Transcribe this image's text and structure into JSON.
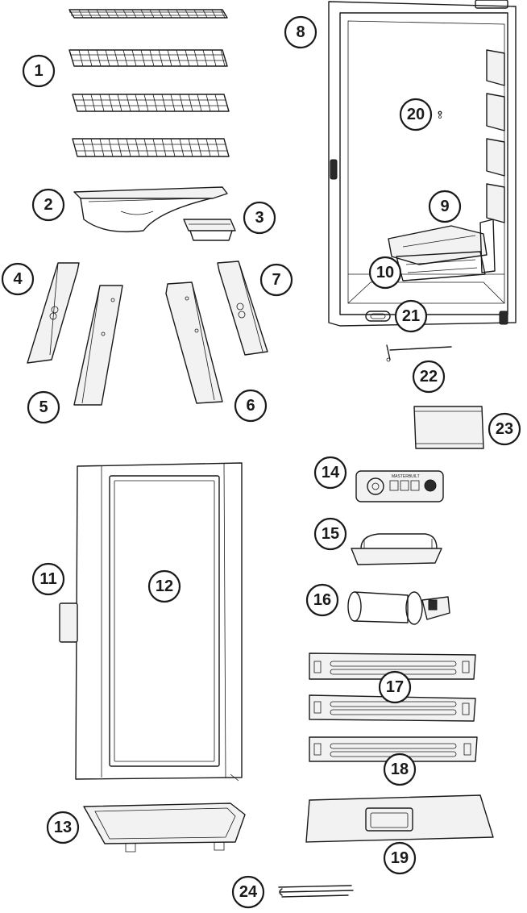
{
  "callouts": [
    {
      "id": "1",
      "label": "1"
    },
    {
      "id": "2",
      "label": "2"
    },
    {
      "id": "3",
      "label": "3"
    },
    {
      "id": "4",
      "label": "4"
    },
    {
      "id": "5",
      "label": "5"
    },
    {
      "id": "6",
      "label": "6"
    },
    {
      "id": "7",
      "label": "7"
    },
    {
      "id": "8",
      "label": "8"
    },
    {
      "id": "9",
      "label": "9"
    },
    {
      "id": "10",
      "label": "10"
    },
    {
      "id": "11",
      "label": "11"
    },
    {
      "id": "12",
      "label": "12"
    },
    {
      "id": "13",
      "label": "13"
    },
    {
      "id": "14",
      "label": "14"
    },
    {
      "id": "15",
      "label": "15"
    },
    {
      "id": "16",
      "label": "16"
    },
    {
      "id": "17",
      "label": "17"
    },
    {
      "id": "18",
      "label": "18"
    },
    {
      "id": "19",
      "label": "19"
    },
    {
      "id": "20",
      "label": "20"
    },
    {
      "id": "21",
      "label": "21"
    },
    {
      "id": "22",
      "label": "22"
    },
    {
      "id": "23",
      "label": "23"
    },
    {
      "id": "24",
      "label": "24"
    }
  ],
  "control_panel_brand": "MASTERBUILT",
  "colors": {
    "line": "#1a1a1a",
    "background": "#ffffff",
    "fill": "#f2f2f2"
  }
}
